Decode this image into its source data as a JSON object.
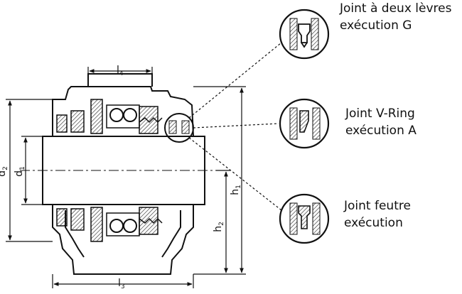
{
  "seals": [
    {
      "line1": "Joint à deux lèvres",
      "line2": "exécution G"
    },
    {
      "line1": "Joint V-Ring",
      "line2": "exécution A"
    },
    {
      "line1": "Joint feutre",
      "line2": "exécution"
    }
  ],
  "dimensions": {
    "l4": {
      "main": "l",
      "sub": "4"
    },
    "l3": {
      "main": "l",
      "sub": "3"
    },
    "d2": {
      "main": "d",
      "sub": "2"
    },
    "d1": {
      "main": "d",
      "sub": "1"
    },
    "h1": {
      "main": "h",
      "sub": "1"
    },
    "h2": {
      "main": "h",
      "sub": "2"
    }
  },
  "colors": {
    "ink": "#111111",
    "hatch": "#333333",
    "background": "#ffffff"
  }
}
